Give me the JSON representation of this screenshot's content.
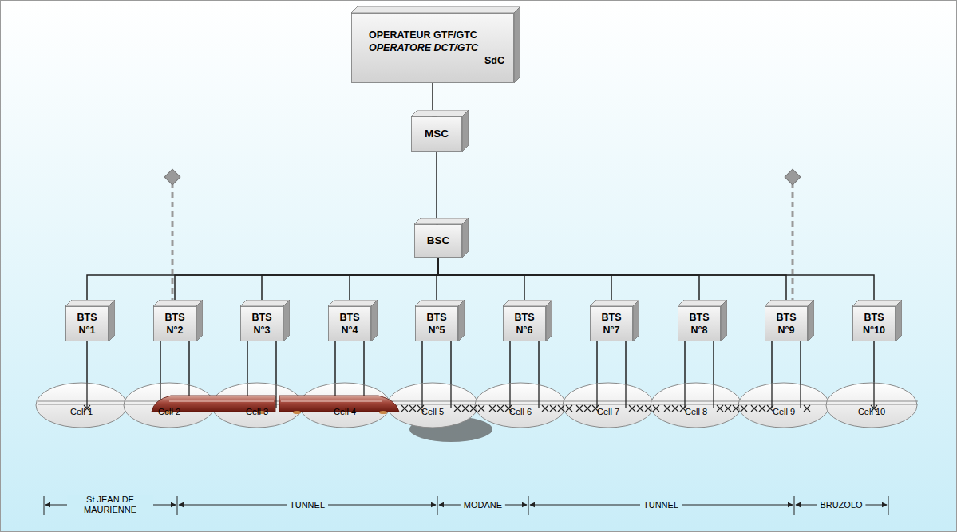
{
  "diagram": {
    "nodes": [
      {
        "text": [
          "OPERATEUR GTF/GTC",
          "OPERATORE DCT/GTC",
          "SdC"
        ]
      },
      {
        "text": [
          "MSC"
        ]
      },
      {
        "text": [
          "BSC"
        ]
      },
      {
        "text": [
          "BTS N°1"
        ]
      },
      {
        "text": [
          "BTS N°2"
        ]
      },
      {
        "text": [
          "BTS N°3"
        ]
      },
      {
        "text": [
          "BTS N°4"
        ]
      },
      {
        "text": [
          "BTS N°5"
        ]
      },
      {
        "text": [
          "BTS N°6"
        ]
      },
      {
        "text": [
          "BTS N°7"
        ]
      },
      {
        "text": [
          "BTS N°8"
        ]
      },
      {
        "text": [
          "BTS N°9"
        ]
      },
      {
        "text": [
          "BTS N°10"
        ]
      },
      {
        "text": [
          "Cell 1"
        ]
      },
      {
        "text": [
          "Cell 2"
        ]
      },
      {
        "text": [
          "Cell 3"
        ]
      },
      {
        "text": [
          "Cell 4"
        ]
      },
      {
        "text": [
          "Cell 5"
        ]
      },
      {
        "text": [
          "Cell 6"
        ]
      },
      {
        "text": [
          "Cell 7"
        ]
      },
      {
        "text": [
          "Cell 8"
        ]
      },
      {
        "text": [
          "Cell 9"
        ]
      },
      {
        "text": [
          "Cell 10"
        ]
      }
    ],
    "edges": [
      {
        "from": 0,
        "to": 1,
        "arrow": "none"
      },
      {
        "from": 1,
        "to": 2,
        "arrow": "none"
      },
      {
        "from": 2,
        "to": 3,
        "arrow": "none"
      },
      {
        "from": 2,
        "to": 4,
        "arrow": "none"
      },
      {
        "from": 2,
        "to": 5,
        "arrow": "none"
      },
      {
        "from": 2,
        "to": 6,
        "arrow": "none"
      },
      {
        "from": 2,
        "to": 7,
        "arrow": "none"
      },
      {
        "from": 2,
        "to": 8,
        "arrow": "none"
      },
      {
        "from": 2,
        "to": 9,
        "arrow": "none"
      },
      {
        "from": 2,
        "to": 10,
        "arrow": "none"
      },
      {
        "from": 2,
        "to": 11,
        "arrow": "none"
      },
      {
        "from": 2,
        "to": 12,
        "arrow": "none"
      },
      {
        "from": 3,
        "to": 13,
        "arrow": "none"
      },
      {
        "from": 4,
        "to": 14,
        "arrow": "none"
      },
      {
        "from": 4,
        "to": 14,
        "arrow": "none"
      },
      {
        "from": 5,
        "to": 15,
        "arrow": "none"
      },
      {
        "from": 5,
        "to": 15,
        "arrow": "none"
      },
      {
        "from": 6,
        "to": 16,
        "arrow": "none"
      },
      {
        "from": 6,
        "to": 16,
        "arrow": "none"
      },
      {
        "from": 7,
        "to": 17,
        "arrow": "none"
      },
      {
        "from": 7,
        "to": 17,
        "arrow": "none"
      },
      {
        "from": 8,
        "to": 18,
        "arrow": "none"
      },
      {
        "from": 8,
        "to": 18,
        "arrow": "none"
      },
      {
        "from": 9,
        "to": 19,
        "arrow": "none"
      },
      {
        "from": 9,
        "to": 19,
        "arrow": "none"
      },
      {
        "from": 10,
        "to": 20,
        "arrow": "none"
      },
      {
        "from": 10,
        "to": 20,
        "arrow": "none"
      },
      {
        "from": 11,
        "to": 21,
        "arrow": "none"
      },
      {
        "from": 11,
        "to": 21,
        "arrow": "none"
      },
      {
        "from": 12,
        "to": 22,
        "arrow": "none"
      }
    ],
    "labels": [
      "St JEAN DE MAURIENNE",
      "TUNNEL",
      "MODANE",
      "TUNNEL",
      "BRUZOLO"
    ]
  }
}
